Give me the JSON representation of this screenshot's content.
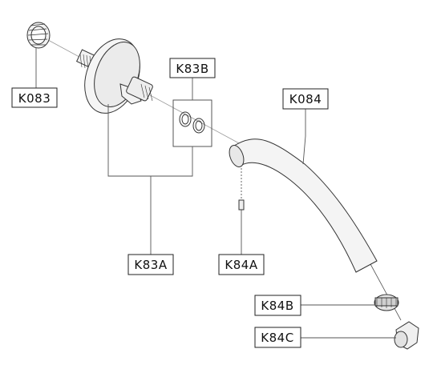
{
  "diagram": {
    "labels": {
      "k083": "K083",
      "k83b": "K83B",
      "k084": "K084",
      "k83a": "K83A",
      "k84a": "K84A",
      "k84b": "K84B",
      "k84c": "K84C"
    },
    "colors": {
      "line": "#333333",
      "part_fill": "#f2f2f2",
      "label_border": "#222222",
      "background": "#ffffff"
    }
  }
}
